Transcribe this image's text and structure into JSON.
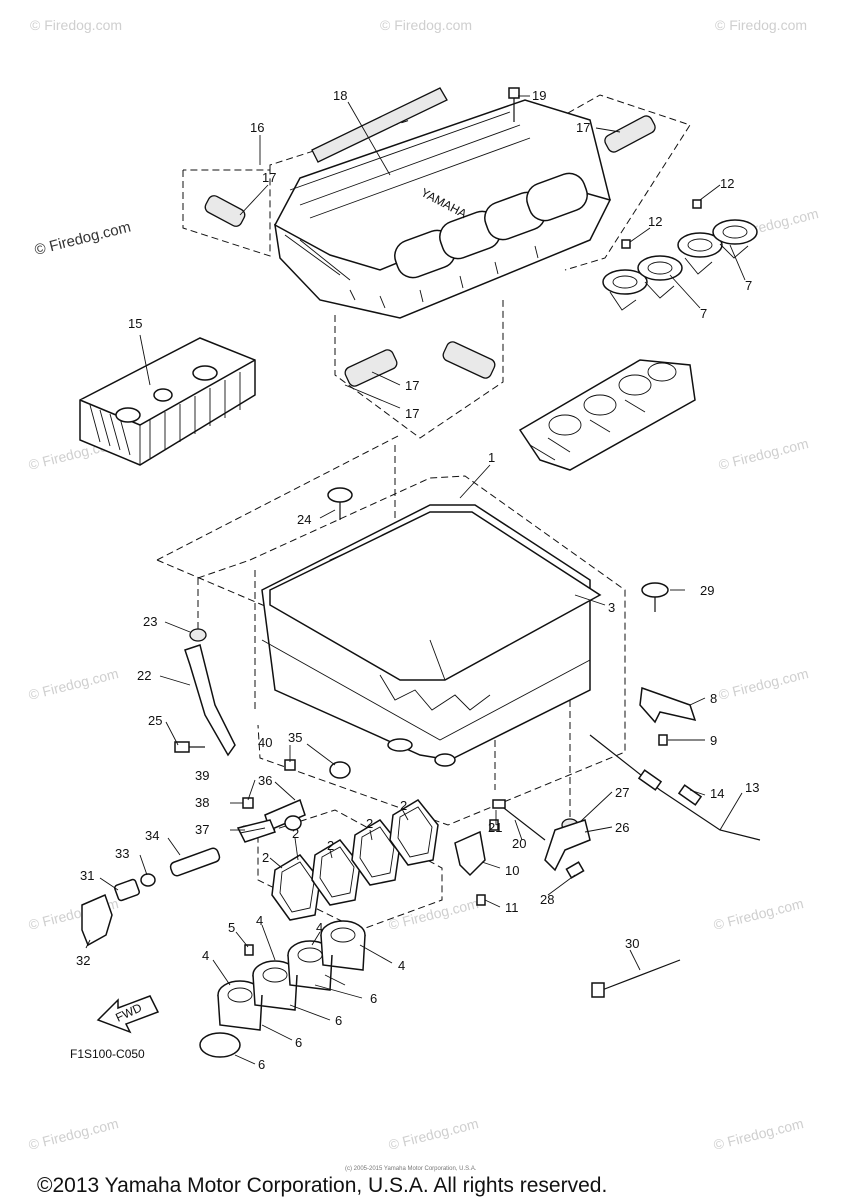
{
  "watermark": {
    "text": "© Firedog.com"
  },
  "labels": {
    "p1": "1",
    "p2a": "2",
    "p2b": "2",
    "p2c": "2",
    "p2d": "2",
    "p2e": "2",
    "p3": "3",
    "p4a": "4",
    "p4b": "4",
    "p4c": "4",
    "p4d": "4",
    "p5": "5",
    "p6a": "6",
    "p6b": "6",
    "p6c": "6",
    "p6d": "6",
    "p7a": "7",
    "p7b": "7",
    "p8": "8",
    "p9": "9",
    "p10": "10",
    "p11": "11",
    "p12a": "12",
    "p12b": "12",
    "p13": "13",
    "p14": "14",
    "p15": "15",
    "p16": "16",
    "p17a": "17",
    "p17b": "17",
    "p17c": "17",
    "p17d": "17",
    "p18": "18",
    "p19": "19",
    "p20": "20",
    "p21": "21",
    "p22": "22",
    "p23": "23",
    "p24": "24",
    "p25": "25",
    "p26": "26",
    "p27": "27",
    "p28": "28",
    "p29": "29",
    "p30": "30",
    "p31": "31",
    "p32": "32",
    "p33": "33",
    "p34": "34",
    "p35": "35",
    "p36": "36",
    "p37": "37",
    "p38": "38",
    "p39": "39",
    "p40": "40"
  },
  "brand_mark": "YAMAHA",
  "fwd_label": "FWD",
  "diagram_code": "F1S100-C050",
  "fine_print": "(c) 2005-2015 Yamaha Motor Corporation, U.S.A.",
  "copyright": "©2013 Yamaha Motor Corporation, U.S.A. All rights reserved."
}
